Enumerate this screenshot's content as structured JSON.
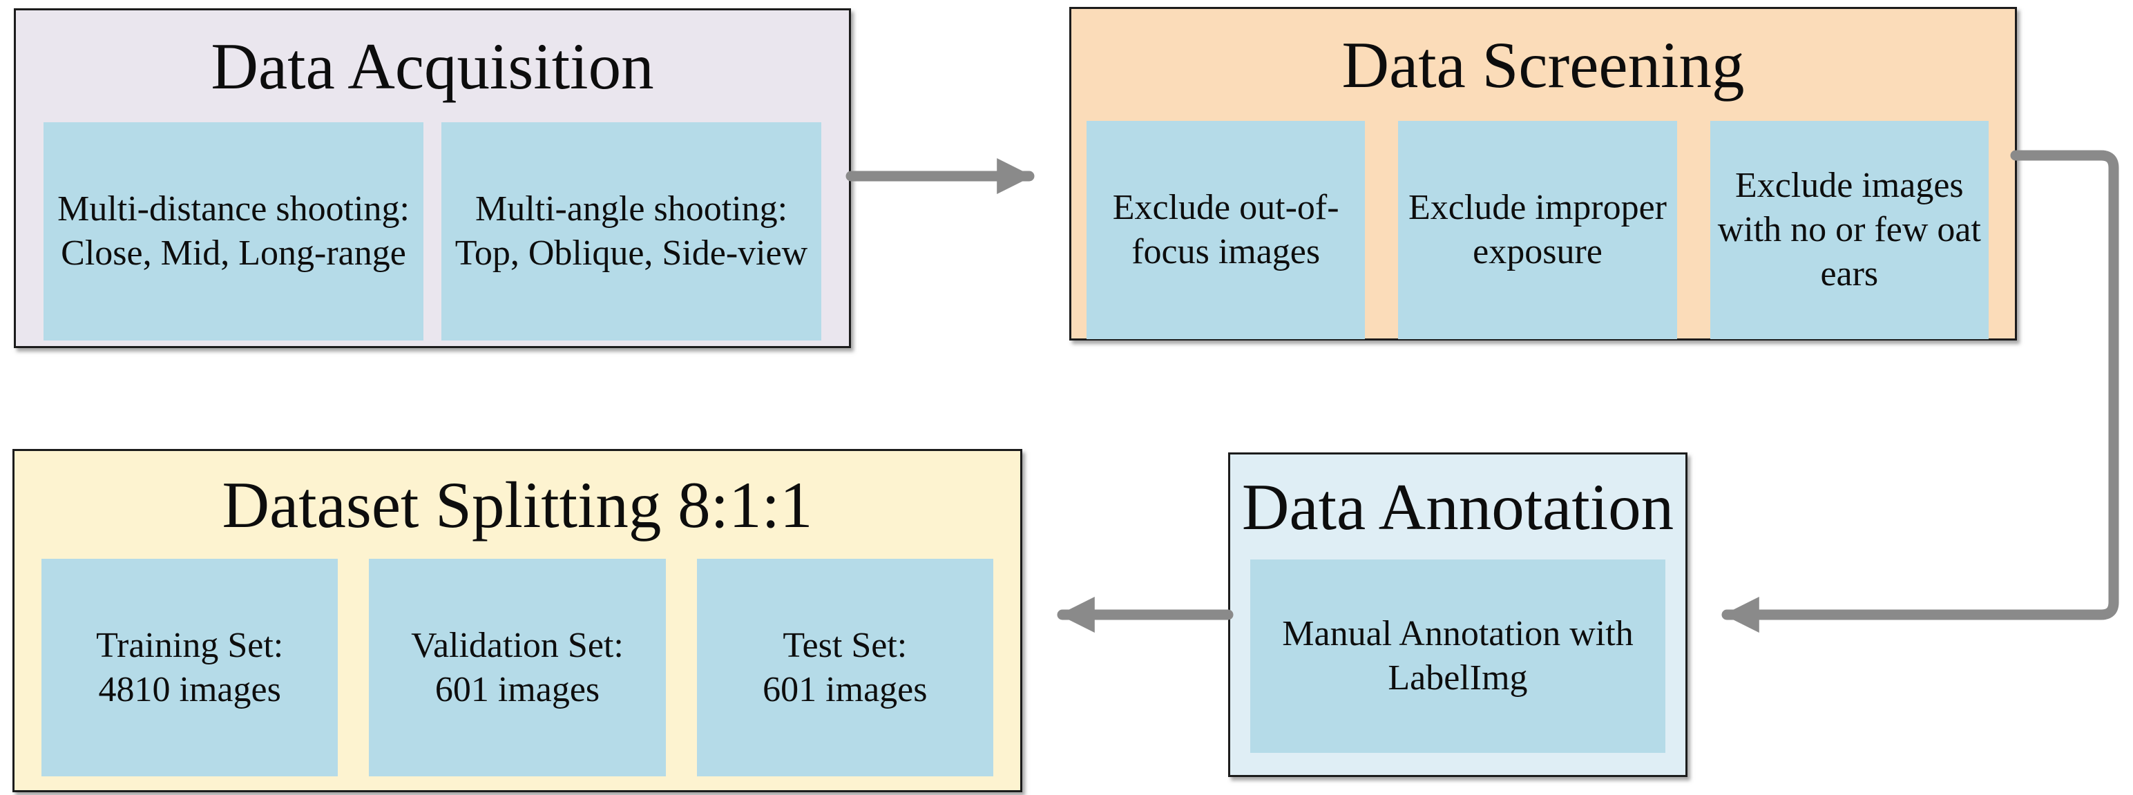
{
  "colors": {
    "page_background": "#FFFFFF",
    "acquisition_bg": "#EAE6EE",
    "screening_bg": "#FBDCB9",
    "annotation_bg": "#DFEEF5",
    "splitting_bg": "#FDF3D0",
    "item_bg": "#B5DBE8",
    "arrow": "#8A8A8A",
    "box_border": "#1C1C1C",
    "text": "#0D0D0D"
  },
  "flowchart": {
    "data_acquisition": {
      "title": "Data Acquisition",
      "items": [
        {
          "lines": [
            "Multi-distance shooting:",
            "Close, Mid, Long-range"
          ]
        },
        {
          "lines": [
            "Multi-angle shooting:",
            "Top, Oblique, Side-view"
          ]
        }
      ]
    },
    "data_screening": {
      "title": "Data Screening",
      "items": [
        {
          "lines": [
            "Exclude out-of-",
            "focus images"
          ]
        },
        {
          "lines": [
            "Exclude improper",
            "exposure"
          ]
        },
        {
          "lines": [
            "Exclude images",
            "with no or few oat",
            "ears"
          ]
        }
      ]
    },
    "data_annotation": {
      "title": "Data Annotation",
      "items": [
        {
          "lines": [
            "Manual Annotation with",
            "LabelImg"
          ]
        }
      ]
    },
    "dataset_splitting": {
      "title": "Dataset Splitting 8:1:1",
      "items": [
        {
          "lines": [
            "Training Set:",
            "4810 images"
          ]
        },
        {
          "lines": [
            "Validation Set:",
            "601 images"
          ]
        },
        {
          "lines": [
            "Test Set:",
            "601 images"
          ]
        }
      ]
    },
    "arrows": [
      {
        "from": "data_acquisition",
        "to": "data_screening"
      },
      {
        "from": "data_screening",
        "to": "data_annotation"
      },
      {
        "from": "data_annotation",
        "to": "dataset_splitting"
      }
    ]
  }
}
